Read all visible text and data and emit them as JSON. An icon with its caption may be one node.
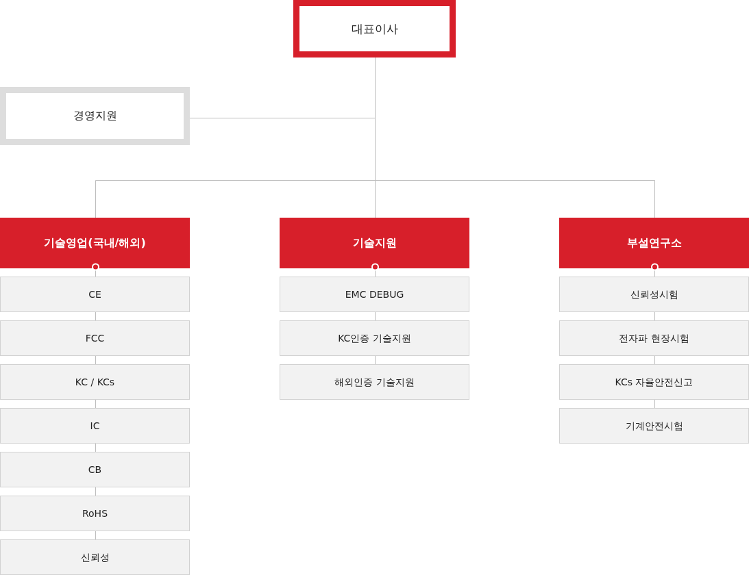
{
  "diagram": {
    "nodes": [
      {
        "text": [
          "대표이사"
        ]
      },
      {
        "text": [
          "경영지원"
        ]
      },
      {
        "text": [
          "기술영업(국내/해외)"
        ]
      },
      {
        "text": [
          "기술지원"
        ]
      },
      {
        "text": [
          "부설연구소"
        ]
      },
      {
        "text": [
          "CE"
        ]
      },
      {
        "text": [
          "FCC"
        ]
      },
      {
        "text": [
          "KC / KCs"
        ]
      },
      {
        "text": [
          "IC"
        ]
      },
      {
        "text": [
          "CB"
        ]
      },
      {
        "text": [
          "RoHS"
        ]
      },
      {
        "text": [
          "신뢰성"
        ]
      },
      {
        "text": [
          "EMC DEBUG"
        ]
      },
      {
        "text": [
          "KC인증 기술지원"
        ]
      },
      {
        "text": [
          "해외인증 기술지원"
        ]
      },
      {
        "text": [
          "신뢰성시험"
        ]
      },
      {
        "text": [
          "전자파 현장시험"
        ]
      },
      {
        "text": [
          "KCs 자율안전신고"
        ]
      },
      {
        "text": [
          "기계안전시험"
        ]
      }
    ],
    "edges": [
      {
        "from": 0,
        "to": 1,
        "arrow": "none"
      },
      {
        "from": 0,
        "to": 2,
        "arrow": "none"
      },
      {
        "from": 0,
        "to": 3,
        "arrow": "none"
      },
      {
        "from": 0,
        "to": 4,
        "arrow": "none"
      },
      {
        "from": 2,
        "to": 5,
        "arrow": "other"
      },
      {
        "from": 5,
        "to": 6,
        "arrow": "none"
      },
      {
        "from": 6,
        "to": 7,
        "arrow": "none"
      },
      {
        "from": 7,
        "to": 8,
        "arrow": "none"
      },
      {
        "from": 8,
        "to": 9,
        "arrow": "none"
      },
      {
        "from": 9,
        "to": 10,
        "arrow": "none"
      },
      {
        "from": 10,
        "to": 11,
        "arrow": "none"
      },
      {
        "from": 3,
        "to": 12,
        "arrow": "other"
      },
      {
        "from": 12,
        "to": 13,
        "arrow": "none"
      },
      {
        "from": 13,
        "to": 14,
        "arrow": "none"
      },
      {
        "from": 4,
        "to": 15,
        "arrow": "other"
      },
      {
        "from": 15,
        "to": 16,
        "arrow": "none"
      },
      {
        "from": 16,
        "to": 17,
        "arrow": "none"
      },
      {
        "from": 17,
        "to": 18,
        "arrow": "none"
      }
    ]
  }
}
